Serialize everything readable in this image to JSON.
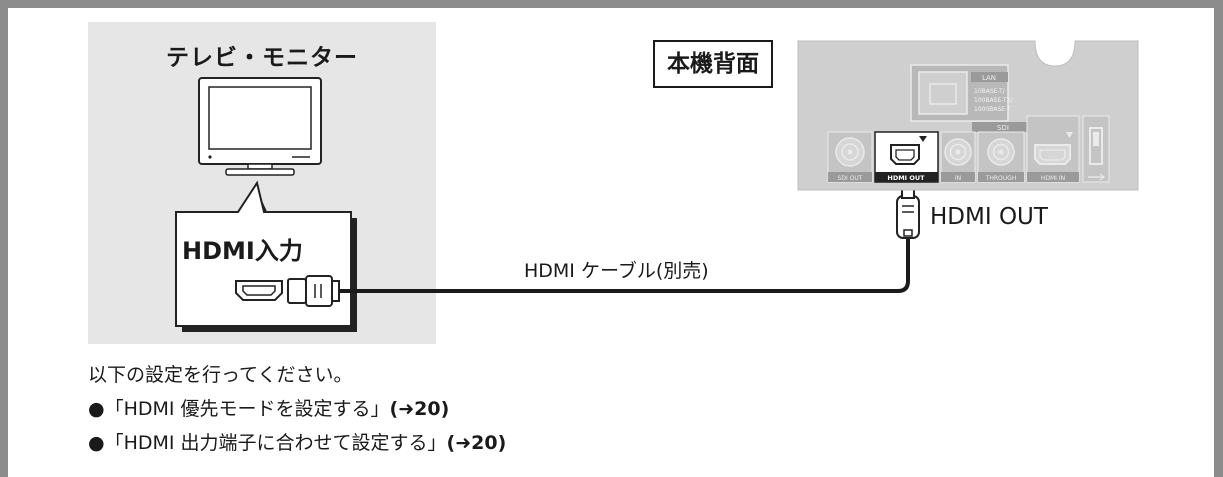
{
  "tv": {
    "title": "テレビ・モニター",
    "input_label": "HDMI入力"
  },
  "player": {
    "rear_label": "本機背面",
    "port_labels": {
      "lan": "LAN",
      "lan_spec_1": "10BASE-T/",
      "lan_spec_2": "100BASE-TX/",
      "lan_spec_3": "1000BASE-T",
      "sdi": "SDI",
      "sdi_out": "SDI OUT",
      "hdmi_out_port": "HDMI OUT",
      "in": "IN",
      "through": "THROUGH",
      "hdmi_in_port": "HDMI IN"
    },
    "hdmi_out_label": "HDMI OUT"
  },
  "cable": {
    "label": "HDMI ケーブル(別売)"
  },
  "instructions": {
    "intro": "以下の設定を行ってください。",
    "items": [
      {
        "text": "●「HDMI 優先モードを設定する」",
        "ref": "(➜20)"
      },
      {
        "text": "●「HDMI 出力端子に合わせて設定する」",
        "ref": "(➜20)"
      }
    ]
  }
}
